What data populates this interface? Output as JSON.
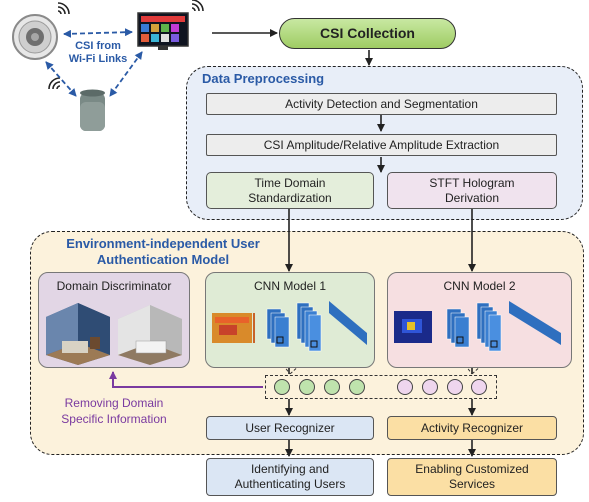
{
  "csi_from_links": [
    "CSI from",
    "Wi-Fi Links"
  ],
  "csi_collection": "CSI Collection",
  "data_preprocessing": {
    "title": "Data Preprocessing",
    "activity_detection": "Activity Detection and Segmentation",
    "amplitude_extraction": "CSI Amplitude/Relative Amplitude Extraction",
    "time_domain": [
      "Time Domain",
      "Standardization"
    ],
    "stft": [
      "STFT Hologram",
      "Derivation"
    ]
  },
  "auth_model": {
    "title": [
      "Environment-independent User",
      "Authentication Model"
    ],
    "domain_discriminator": "Domain Discriminator",
    "cnn_model_1": "CNN Model 1",
    "cnn_model_2": "CNN Model 2",
    "removing_info": [
      "Removing Domain",
      "Specific Information"
    ],
    "user_recognizer": "User Recognizer",
    "activity_recognizer": "Activity Recognizer"
  },
  "outputs": {
    "identifying": [
      "Identifying and",
      "Authenticating Users"
    ],
    "enabling": [
      "Enabling Customized",
      "Services"
    ]
  },
  "colors": {
    "accent_blue": "#2a5aa6",
    "purple": "#7a3aa0",
    "pill_green": "#9fcc63",
    "green_box": "#e4eedb",
    "pink_box": "#f0e3ee",
    "recognizer_blue": "#dbe6f4",
    "recognizer_orange": "#fbdfa4"
  },
  "icons": [
    "robot-vacuum-icon",
    "smart-tv-icon",
    "smart-speaker-icon",
    "wifi-signal-icon",
    "bedroom-scene-image",
    "heatmap-image",
    "cnn-layers-icon"
  ]
}
